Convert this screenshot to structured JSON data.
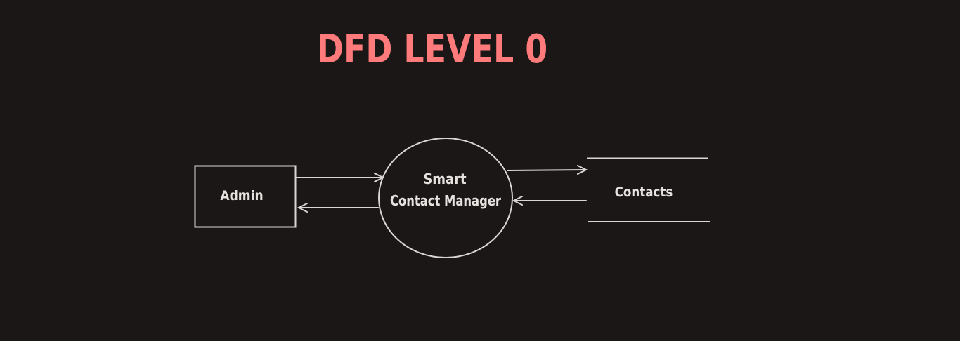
{
  "title": "DFD LEVEL 0",
  "nodes": {
    "entity": {
      "label": "Admin"
    },
    "process": {
      "line1": "Smart",
      "line2": "Contact Manager"
    },
    "datastore": {
      "label": "Contacts"
    }
  },
  "colors": {
    "background": "#1c1717",
    "title": "#ff7b7b",
    "stroke": "#d9d6d3",
    "text": "#e6e2df"
  }
}
